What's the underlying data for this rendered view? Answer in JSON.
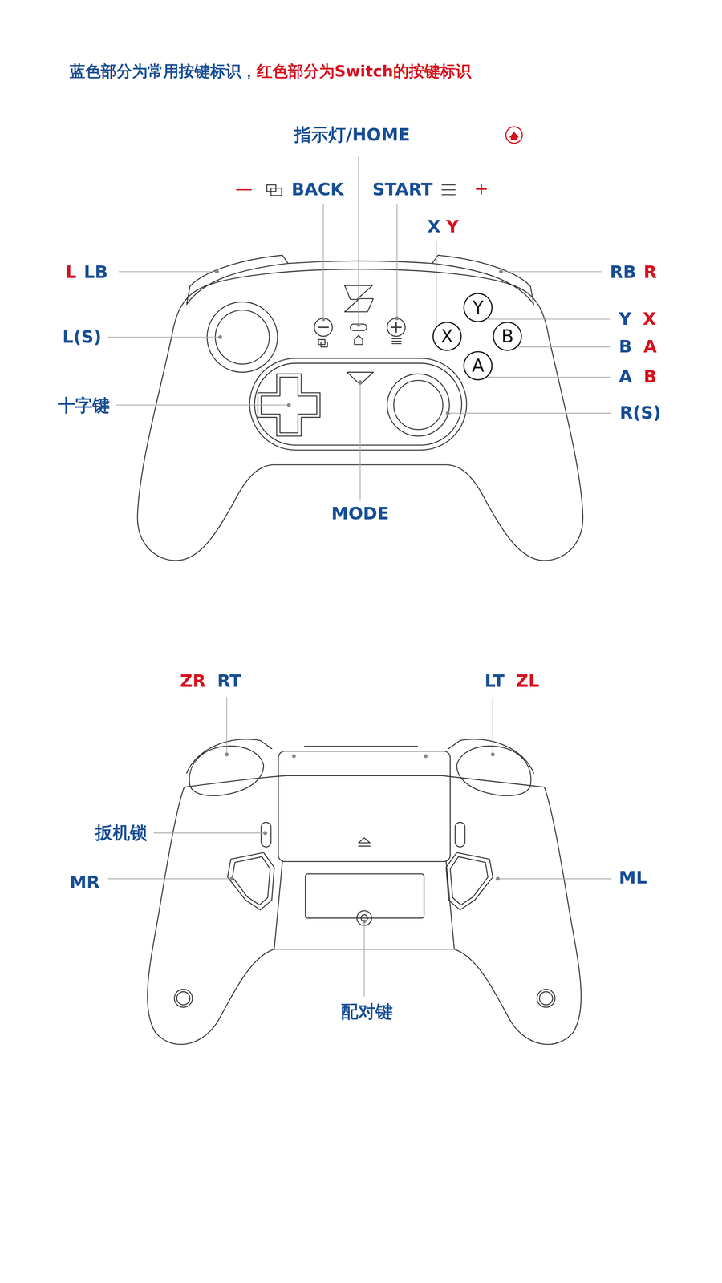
{
  "diagram": {
    "nodes": [
      {
        "text": [
          "Y"
        ]
      },
      {
        "text": [
          "X"
        ]
      },
      {
        "text": [
          "B"
        ]
      },
      {
        "text": [
          "A"
        ]
      }
    ],
    "labels": [
      "蓝色部分为常用按键标识，",
      "红色部分为Switch的按键标识",
      "指示灯/HOME",
      "—",
      "BACK",
      "START",
      "+",
      "X",
      "Y",
      "L",
      "LB",
      "RB",
      "R",
      "L(S)",
      "Y",
      "X",
      "B",
      "A",
      "A",
      "B",
      "十字键",
      "R(S)",
      "MODE",
      "ZR",
      "RT",
      "LT",
      "ZL",
      "扳机锁",
      "MR",
      "ML",
      "配对键"
    ]
  }
}
